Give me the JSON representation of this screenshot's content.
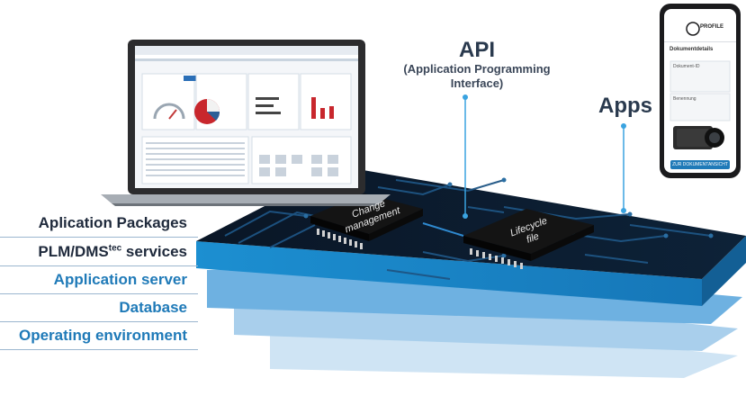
{
  "layers": [
    {
      "label": "Aplication Packages",
      "color": "#1f2a3c"
    },
    {
      "label_main": "PLM/DMS",
      "label_sup": "tec",
      "label_tail": " services",
      "color": "#1f2a3c"
    },
    {
      "label": "Application server",
      "color": "#1f7ab8"
    },
    {
      "label": "Database",
      "color": "#1f7ab8"
    },
    {
      "label": "Operating environment",
      "color": "#1f7ab8"
    }
  ],
  "api": {
    "title": "API",
    "subtitle_line1": "(Application Programming",
    "subtitle_line2": "Interface)"
  },
  "apps": {
    "label": "Apps"
  },
  "chips": [
    {
      "line1": "Change",
      "line2": "management"
    },
    {
      "line1": "Lifecycle",
      "line2": "file"
    }
  ],
  "phone": {
    "brand": "PROFILE",
    "header": "Dokumentdetails",
    "field1_label": "Dokument-ID",
    "field2_label": "Benennung",
    "button": "ZUR DOKUMENTANSICHT"
  },
  "colors": {
    "board": "#0b1b2d",
    "trace": "#1d4f7c",
    "slab_side": "#1a86c9",
    "accent": "#1f7ab8"
  }
}
